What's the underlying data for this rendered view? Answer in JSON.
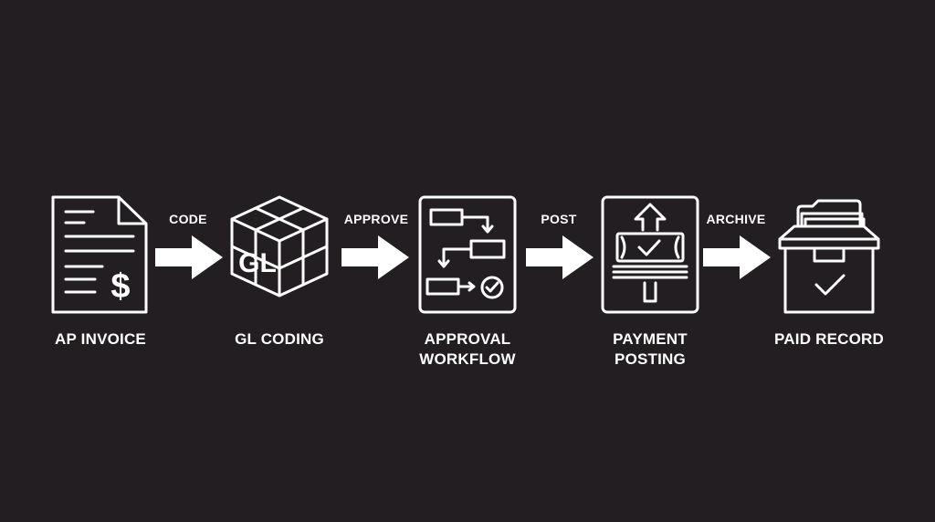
{
  "diagram": {
    "steps": [
      {
        "label": "AP INVOICE",
        "icon": "invoice-document-dollar-icon"
      },
      {
        "label": "GL CODING",
        "icon": "gl-cube-icon"
      },
      {
        "label": "APPROVAL\nWORKFLOW",
        "icon": "flowchart-checkmark-icon"
      },
      {
        "label": "PAYMENT\nPOSTING",
        "icon": "banknote-upload-icon"
      },
      {
        "label": "PAID RECORD",
        "icon": "archive-box-checkmark-icon"
      }
    ],
    "transitions": [
      {
        "label": "CODE"
      },
      {
        "label": "APPROVE"
      },
      {
        "label": "POST"
      },
      {
        "label": "ARCHIVE"
      }
    ],
    "gl_glyph": "GL",
    "dollar_glyph": "$"
  },
  "colors": {
    "background": "#231e21",
    "foreground": "#ffffff"
  }
}
